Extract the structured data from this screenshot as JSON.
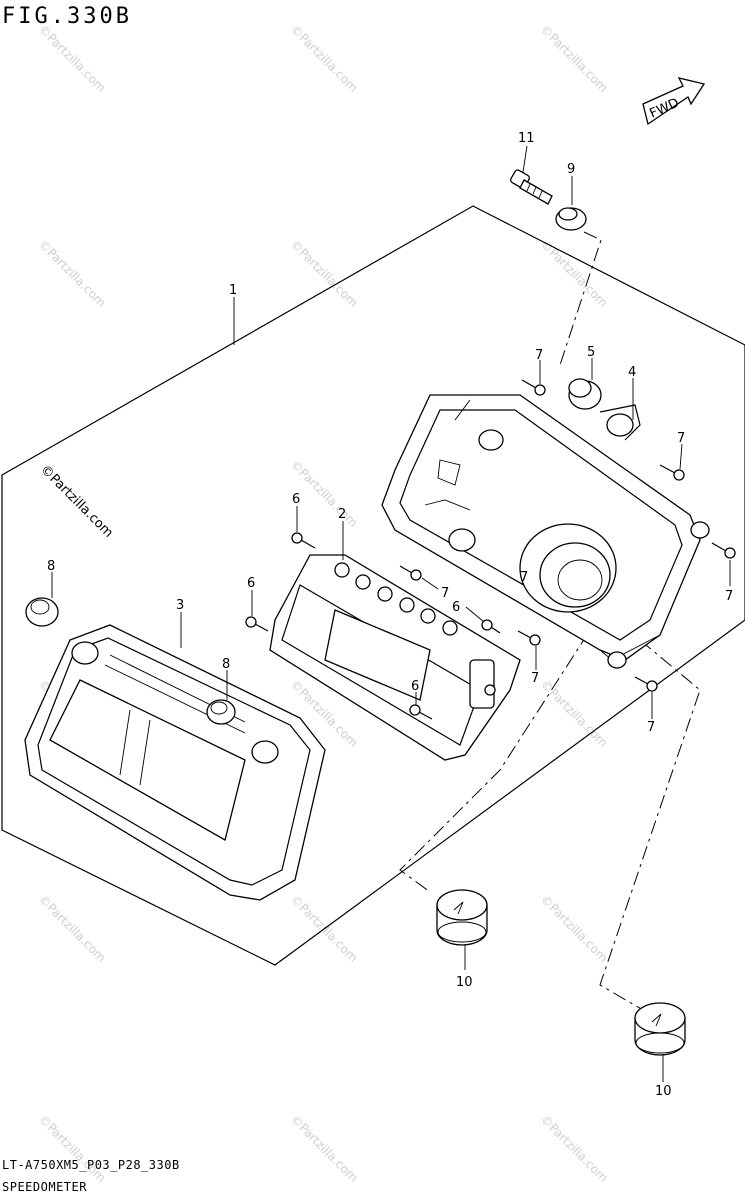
{
  "figure": {
    "title": "FIG.330B",
    "drawing_code": "LT-A750XM5_P03_P28_330B",
    "name": "SPEEDOMETER",
    "direction_label": "FWD"
  },
  "watermark": {
    "text": "©Partzilla.com"
  },
  "callouts": [
    "1",
    "2",
    "3",
    "4",
    "5",
    "6",
    "6",
    "6",
    "6",
    "7",
    "7",
    "7",
    "7",
    "7",
    "7",
    "7",
    "8",
    "8",
    "9",
    "10",
    "10",
    "11"
  ]
}
